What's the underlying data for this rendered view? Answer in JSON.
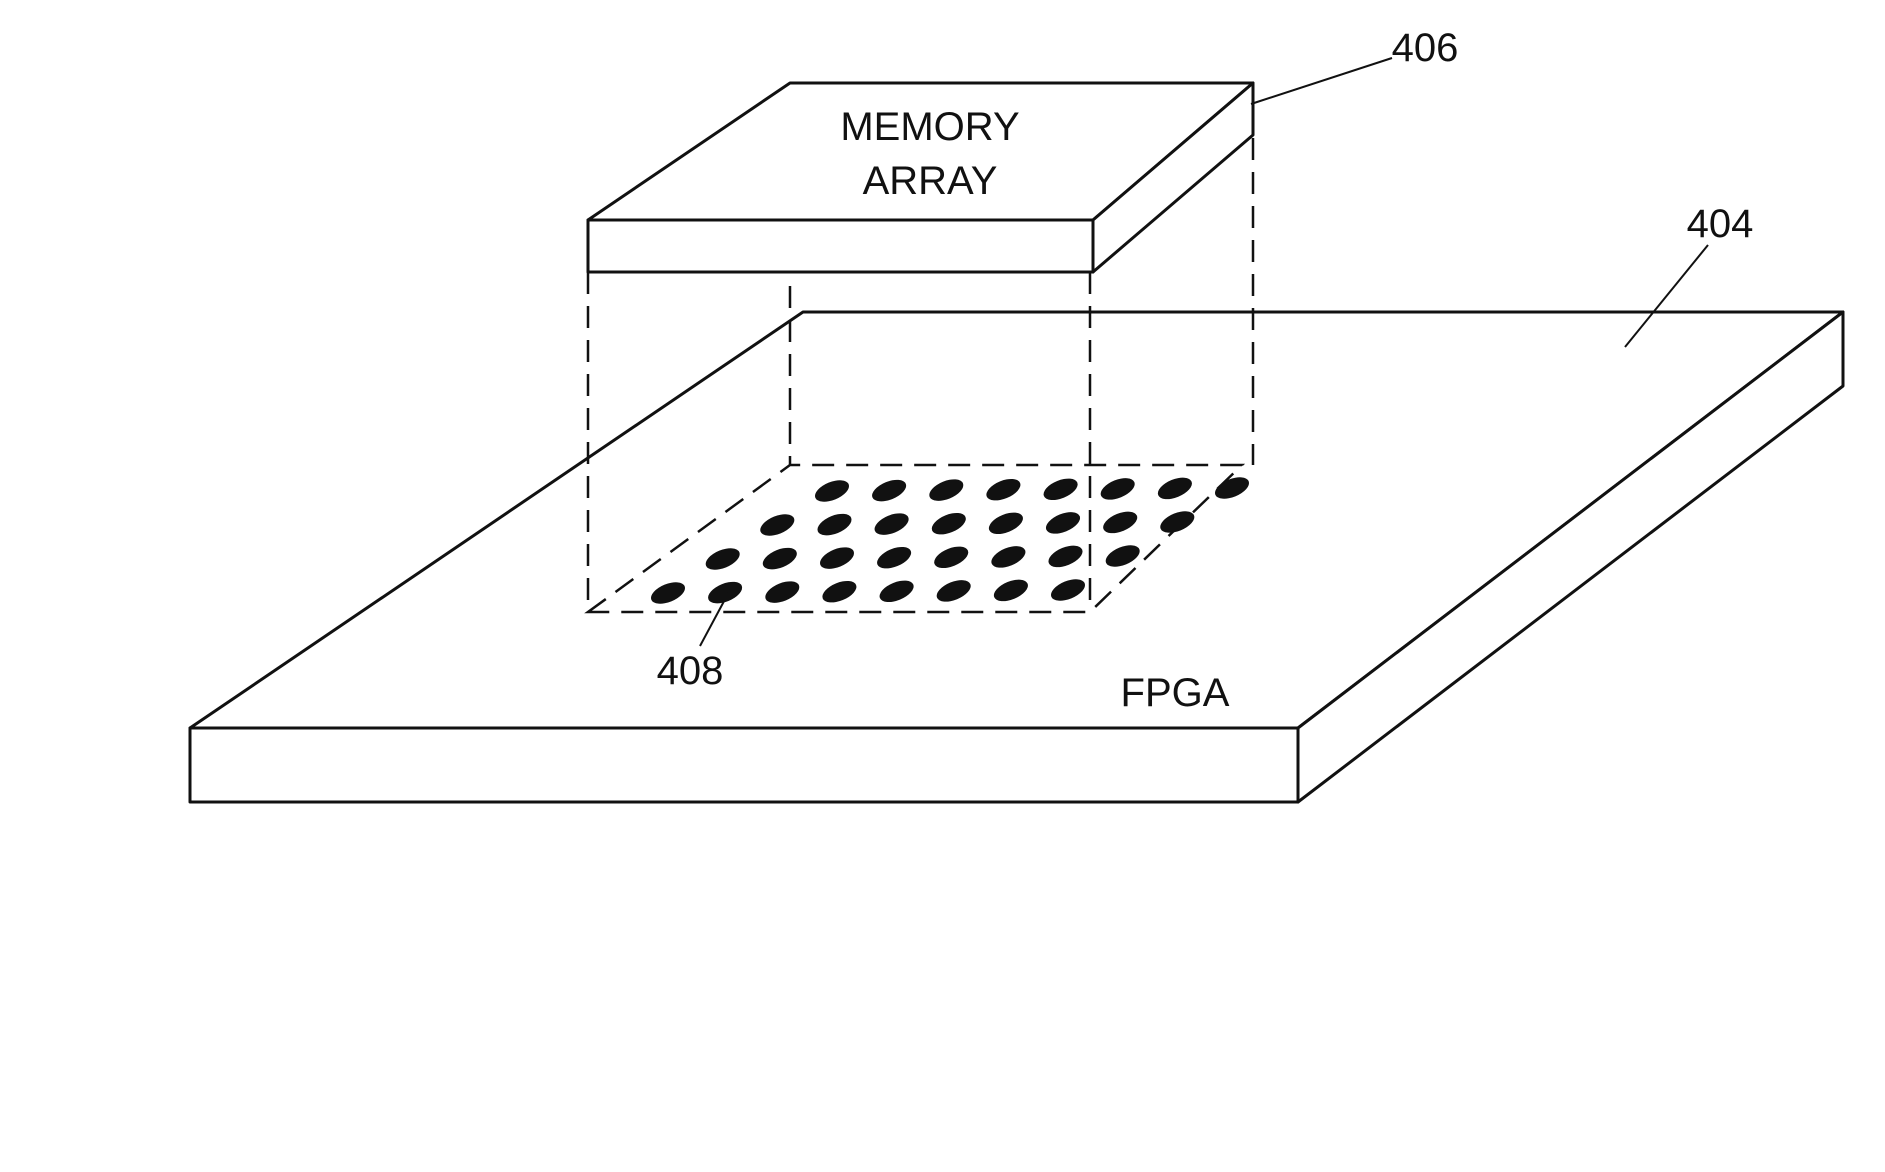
{
  "labels": {
    "memory_line1": "MEMORY",
    "memory_line2": "ARRAY",
    "fpga": "FPGA",
    "ref_memory": "406",
    "ref_fpga": "404",
    "ref_pads": "408"
  },
  "pad_grid": {
    "rows": 4,
    "columns": 8
  },
  "colors": {
    "stroke": "#111111",
    "background": "#ffffff"
  }
}
